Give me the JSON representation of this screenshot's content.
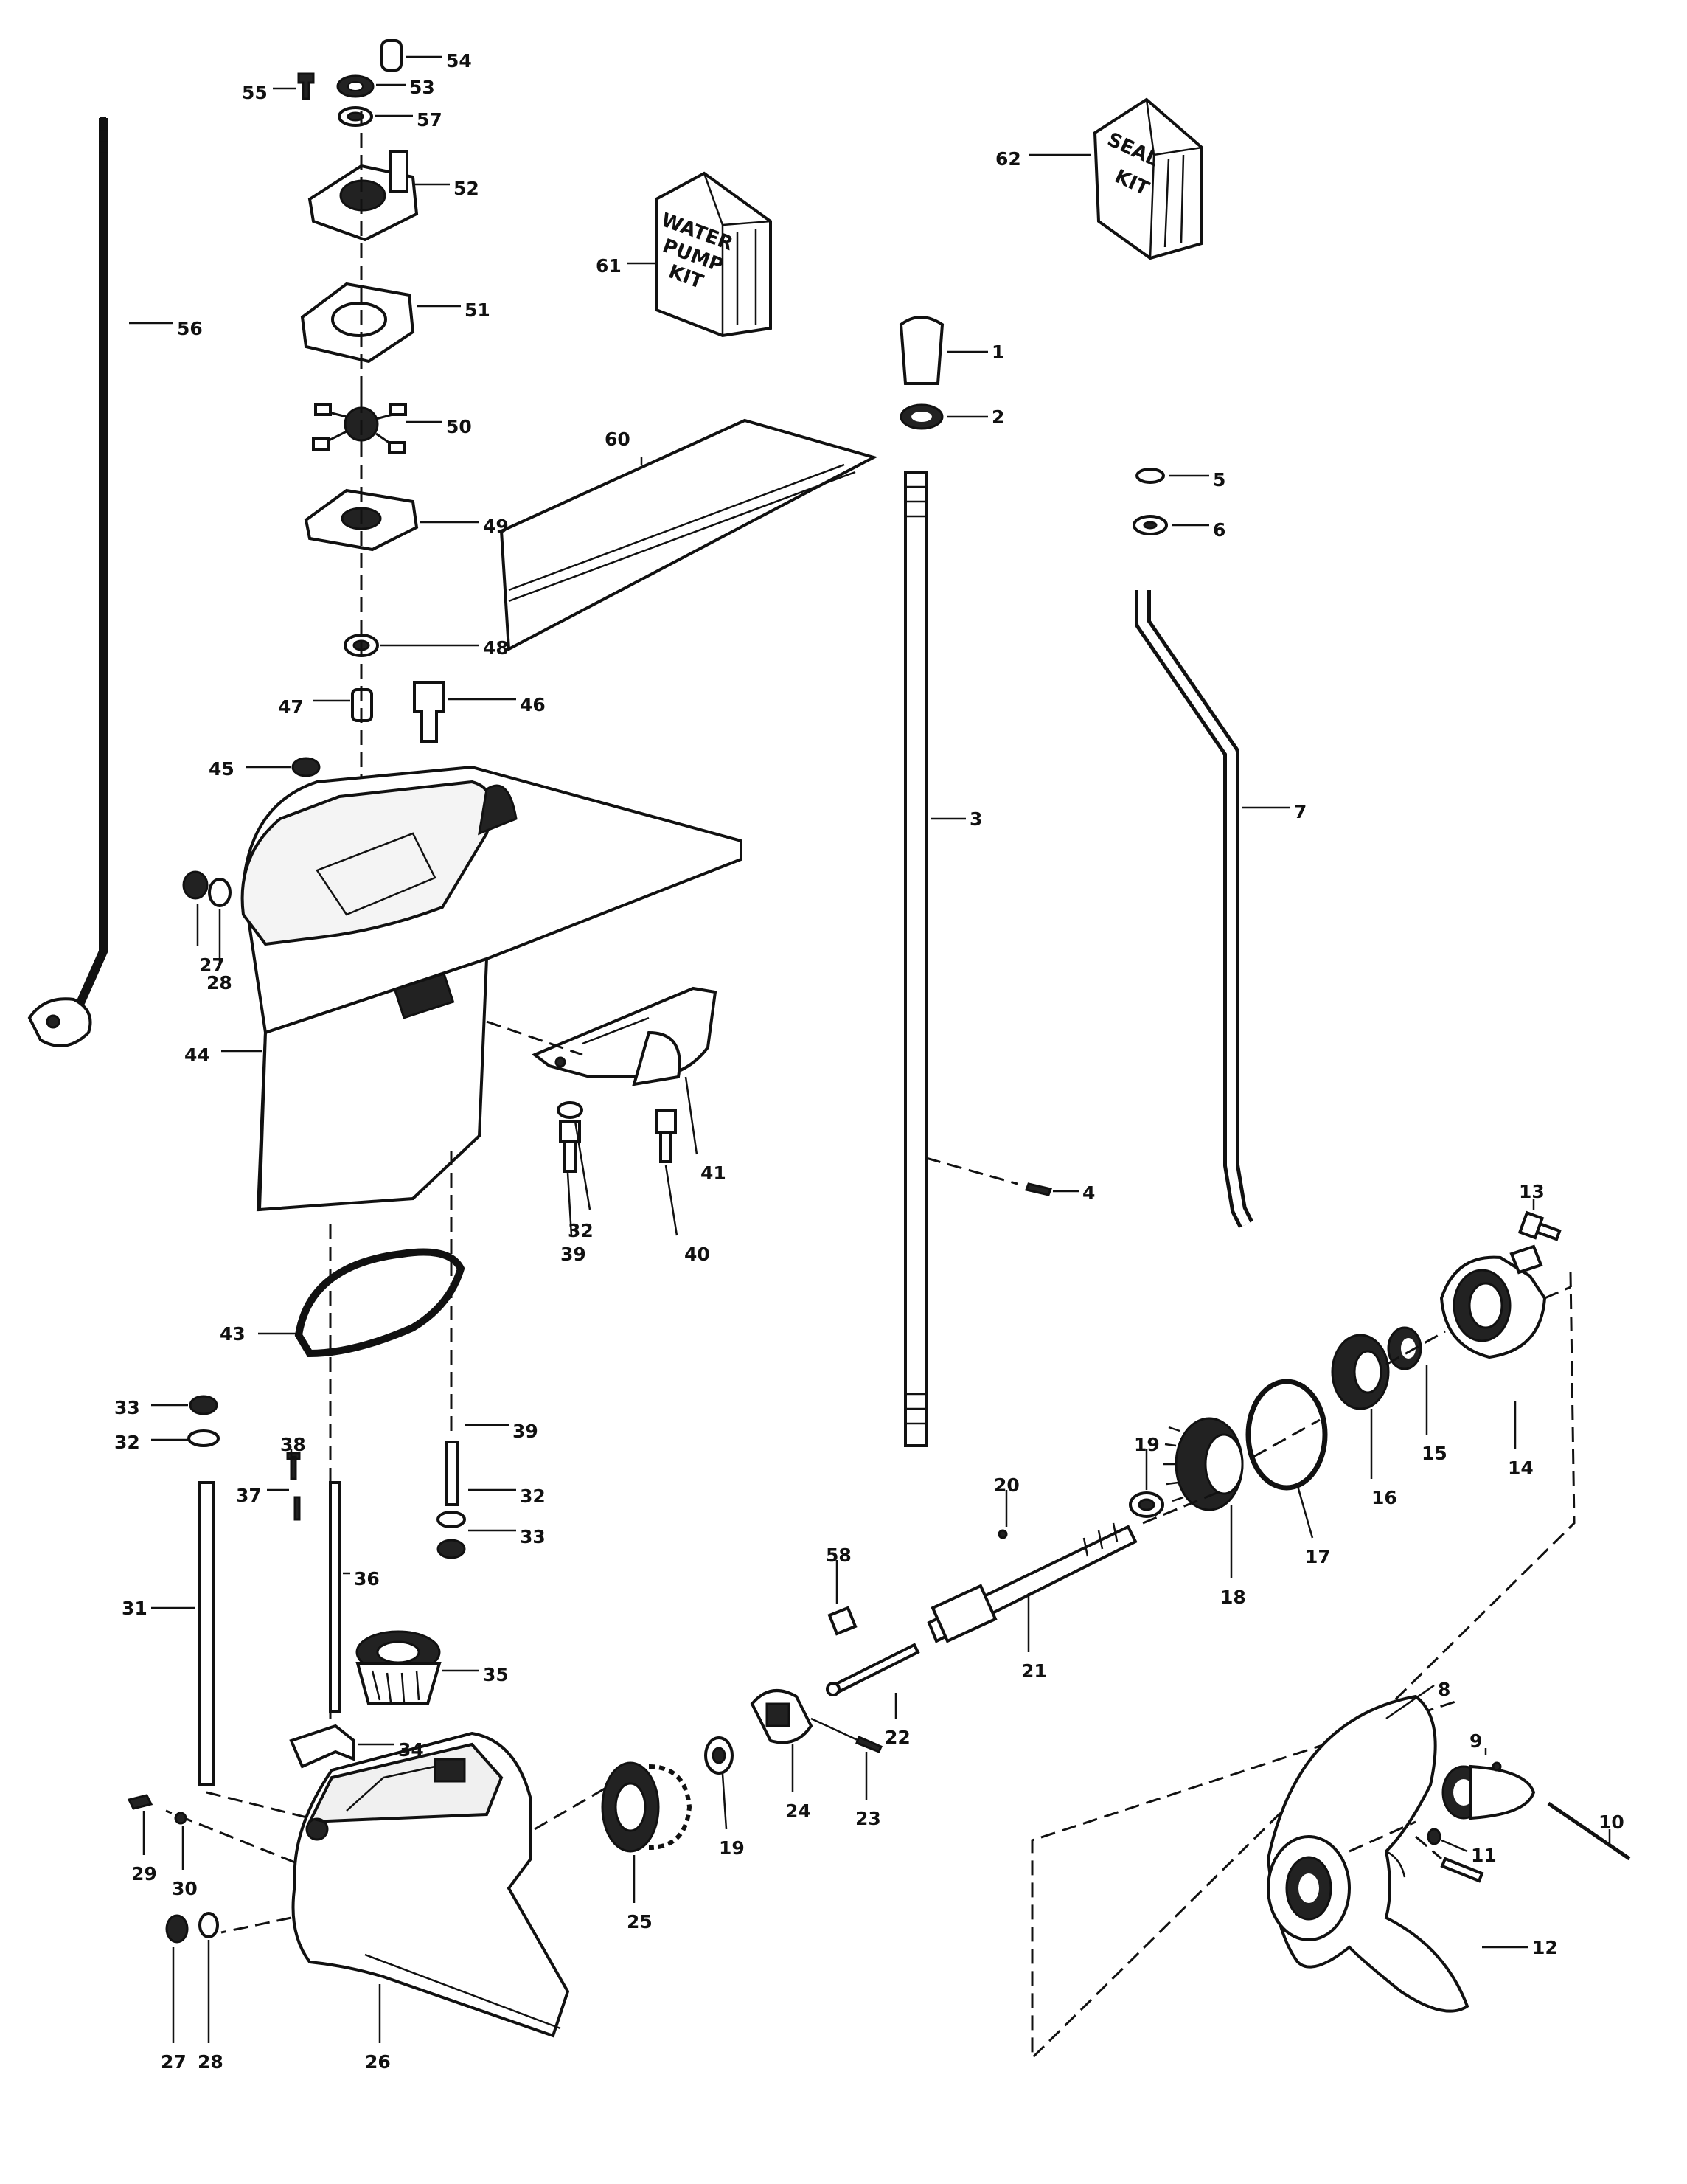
{
  "callouts": [
    {
      "n": "1"
    },
    {
      "n": "2"
    },
    {
      "n": "3"
    },
    {
      "n": "4"
    },
    {
      "n": "5"
    },
    {
      "n": "6"
    },
    {
      "n": "7"
    },
    {
      "n": "8"
    },
    {
      "n": "9"
    },
    {
      "n": "10"
    },
    {
      "n": "11"
    },
    {
      "n": "12"
    },
    {
      "n": "13"
    },
    {
      "n": "14"
    },
    {
      "n": "15"
    },
    {
      "n": "16"
    },
    {
      "n": "17"
    },
    {
      "n": "18"
    },
    {
      "n": "19"
    },
    {
      "n": "19"
    },
    {
      "n": "20"
    },
    {
      "n": "21"
    },
    {
      "n": "22"
    },
    {
      "n": "23"
    },
    {
      "n": "24"
    },
    {
      "n": "25"
    },
    {
      "n": "26"
    },
    {
      "n": "27"
    },
    {
      "n": "27"
    },
    {
      "n": "28"
    },
    {
      "n": "28"
    },
    {
      "n": "29"
    },
    {
      "n": "30"
    },
    {
      "n": "31"
    },
    {
      "n": "32"
    },
    {
      "n": "32"
    },
    {
      "n": "32"
    },
    {
      "n": "33"
    },
    {
      "n": "33"
    },
    {
      "n": "34"
    },
    {
      "n": "35"
    },
    {
      "n": "36"
    },
    {
      "n": "37"
    },
    {
      "n": "38"
    },
    {
      "n": "39"
    },
    {
      "n": "39"
    },
    {
      "n": "40"
    },
    {
      "n": "41"
    },
    {
      "n": "43"
    },
    {
      "n": "44"
    },
    {
      "n": "45"
    },
    {
      "n": "46"
    },
    {
      "n": "47"
    },
    {
      "n": "48"
    },
    {
      "n": "49"
    },
    {
      "n": "50"
    },
    {
      "n": "51"
    },
    {
      "n": "52"
    },
    {
      "n": "53"
    },
    {
      "n": "54"
    },
    {
      "n": "55"
    },
    {
      "n": "56"
    },
    {
      "n": "57"
    },
    {
      "n": "58"
    },
    {
      "n": "60"
    },
    {
      "n": "61"
    },
    {
      "n": "62"
    }
  ],
  "kits": {
    "water_pump": [
      "WATER",
      "PUMP",
      "KIT"
    ],
    "seal": [
      "SEAL",
      "KIT"
    ]
  }
}
